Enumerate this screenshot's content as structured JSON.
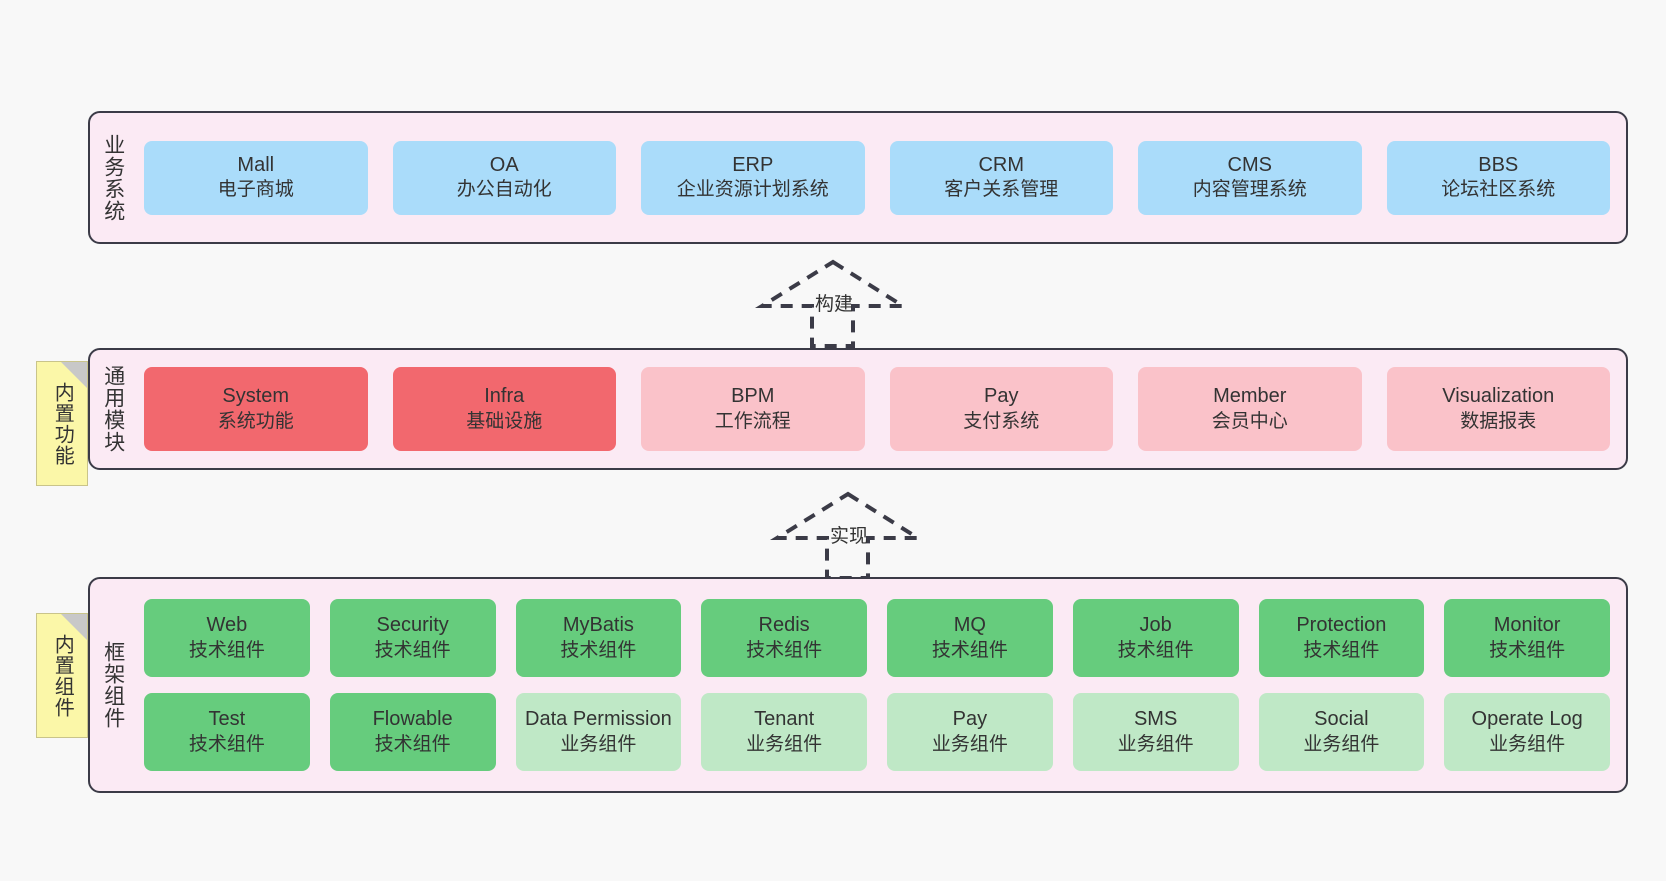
{
  "diagram": {
    "title": "",
    "background_color": "#f8f8f8",
    "panel_color": "#fbeaf4",
    "panel_border_color": "#3b3b47",
    "note_color": "#fbf7a8",
    "layers": [
      {
        "id": "business-system",
        "title": "业务系统",
        "note": null,
        "rows": [
          {
            "items": [
              {
                "name": "Mall",
                "sub": "电子商城",
                "color": "#aadcfa",
                "style": "blue"
              },
              {
                "name": "OA",
                "sub": "办公自动化",
                "color": "#aadcfa",
                "style": "blue"
              },
              {
                "name": "ERP",
                "sub": "企业资源计划系统",
                "color": "#aadcfa",
                "style": "blue"
              },
              {
                "name": "CRM",
                "sub": "客户关系管理",
                "color": "#aadcfa",
                "style": "blue"
              },
              {
                "name": "CMS",
                "sub": "内容管理系统",
                "color": "#aadcfa",
                "style": "blue"
              },
              {
                "name": "BBS",
                "sub": "论坛社区系统",
                "color": "#aadcfa",
                "style": "blue"
              }
            ]
          }
        ]
      },
      {
        "id": "common-module",
        "title": "通用模块",
        "note": "内置功能",
        "rows": [
          {
            "items": [
              {
                "name": "System",
                "sub": "系统功能",
                "color": "#f2686e",
                "style": "red"
              },
              {
                "name": "Infra",
                "sub": "基础设施",
                "color": "#f2686e",
                "style": "red"
              },
              {
                "name": "BPM",
                "sub": "工作流程",
                "color": "#fac2c9",
                "style": "pink"
              },
              {
                "name": "Pay",
                "sub": "支付系统",
                "color": "#fac2c9",
                "style": "pink"
              },
              {
                "name": "Member",
                "sub": "会员中心",
                "color": "#fac2c9",
                "style": "pink"
              },
              {
                "name": "Visualization",
                "sub": "数据报表",
                "color": "#fac2c9",
                "style": "pink"
              }
            ]
          }
        ]
      },
      {
        "id": "framework-component",
        "title": "框架组件",
        "note": "内置组件",
        "rows": [
          {
            "items": [
              {
                "name": "Web",
                "sub": "技术组件",
                "color": "#66cc7d",
                "style": "green"
              },
              {
                "name": "Security",
                "sub": "技术组件",
                "color": "#66cc7d",
                "style": "green"
              },
              {
                "name": "MyBatis",
                "sub": "技术组件",
                "color": "#66cc7d",
                "style": "green"
              },
              {
                "name": "Redis",
                "sub": "技术组件",
                "color": "#66cc7d",
                "style": "green"
              },
              {
                "name": "MQ",
                "sub": "技术组件",
                "color": "#66cc7d",
                "style": "green"
              },
              {
                "name": "Job",
                "sub": "技术组件",
                "color": "#66cc7d",
                "style": "green"
              },
              {
                "name": "Protection",
                "sub": "技术组件",
                "color": "#66cc7d",
                "style": "green"
              },
              {
                "name": "Monitor",
                "sub": "技术组件",
                "color": "#66cc7d",
                "style": "green"
              }
            ]
          },
          {
            "items": [
              {
                "name": "Test",
                "sub": "技术组件",
                "color": "#66cc7d",
                "style": "green"
              },
              {
                "name": "Flowable",
                "sub": "技术组件",
                "color": "#66cc7d",
                "style": "green"
              },
              {
                "name": "Data Permission",
                "sub": "业务组件",
                "color": "#bfe8c6",
                "style": "lightgreen"
              },
              {
                "name": "Tenant",
                "sub": "业务组件",
                "color": "#bfe8c6",
                "style": "lightgreen"
              },
              {
                "name": "Pay",
                "sub": "业务组件",
                "color": "#bfe8c6",
                "style": "lightgreen"
              },
              {
                "name": "SMS",
                "sub": "业务组件",
                "color": "#bfe8c6",
                "style": "lightgreen"
              },
              {
                "name": "Social",
                "sub": "业务组件",
                "color": "#bfe8c6",
                "style": "lightgreen"
              },
              {
                "name": "Operate Log",
                "sub": "业务组件",
                "color": "#bfe8c6",
                "style": "lightgreen"
              }
            ]
          }
        ]
      }
    ],
    "connectors": [
      {
        "id": "build",
        "label": "构建",
        "style": "dashed-generalization",
        "direction": "up",
        "from": "common-module",
        "to": "business-system"
      },
      {
        "id": "implement",
        "label": "实现",
        "style": "dashed-generalization",
        "direction": "up",
        "from": "framework-component",
        "to": "common-module"
      }
    ]
  }
}
